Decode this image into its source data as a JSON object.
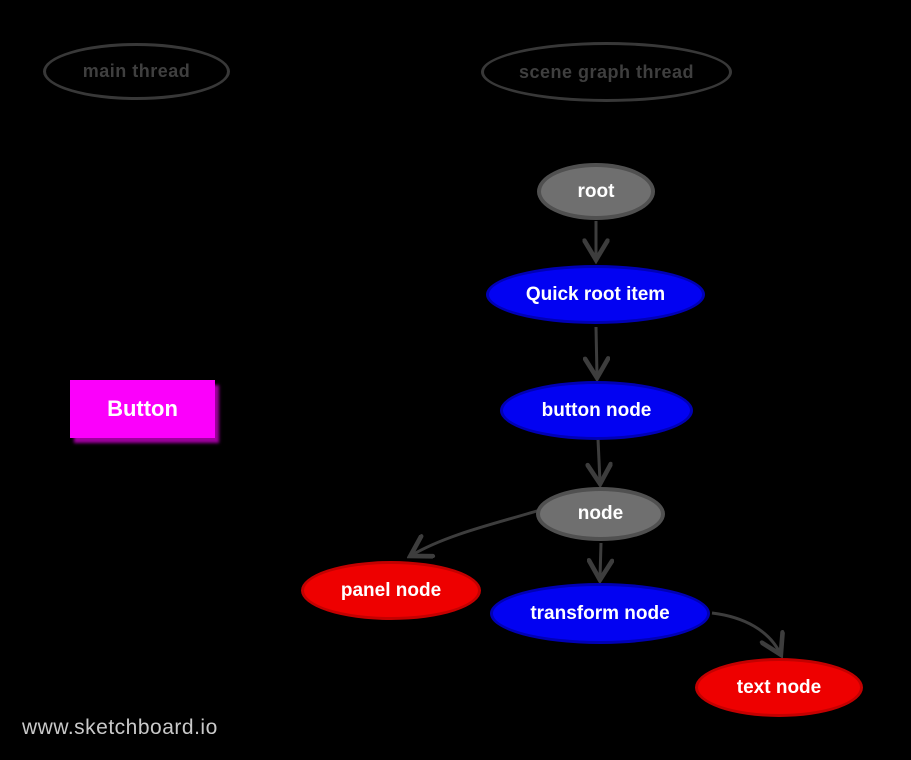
{
  "footer": {
    "watermark": "www.sketchboard.io"
  },
  "colors": {
    "background": "#000000",
    "lane_stroke": "#383838",
    "lane_text": "#3f3f3f",
    "gray_node_fill": "#6f6f6f",
    "gray_node_border": "#505050",
    "blue_node_fill": "#0202f2",
    "blue_node_border": "#0000b4",
    "red_node_fill": "#ee0000",
    "red_node_border": "#c40000",
    "button_fill": "#fb00fb",
    "edge_stroke": "#3d3d3d",
    "node_text": "#ffffff",
    "watermark_text": "#c9c9c9"
  },
  "diagram": {
    "lanes": [
      {
        "id": "main-thread",
        "label": "main thread"
      },
      {
        "id": "scene-graph-thread",
        "label": "scene graph thread"
      }
    ],
    "nodes": [
      {
        "id": "root",
        "label": "root",
        "color": "gray"
      },
      {
        "id": "quick-root-item",
        "label": "Quick root item",
        "color": "blue"
      },
      {
        "id": "button-node",
        "label": "button node",
        "color": "blue"
      },
      {
        "id": "node",
        "label": "node",
        "color": "gray"
      },
      {
        "id": "panel-node",
        "label": "panel node",
        "color": "red"
      },
      {
        "id": "transform-node",
        "label": "transform node",
        "color": "blue"
      },
      {
        "id": "text-node",
        "label": "text node",
        "color": "red"
      }
    ],
    "button": {
      "label": "Button"
    },
    "edges": [
      {
        "from": "root",
        "to": "quick-root-item"
      },
      {
        "from": "quick-root-item",
        "to": "button-node"
      },
      {
        "from": "button-node",
        "to": "node"
      },
      {
        "from": "node",
        "to": "transform-node"
      },
      {
        "from": "node",
        "to": "panel-node"
      },
      {
        "from": "transform-node",
        "to": "text-node"
      }
    ]
  }
}
